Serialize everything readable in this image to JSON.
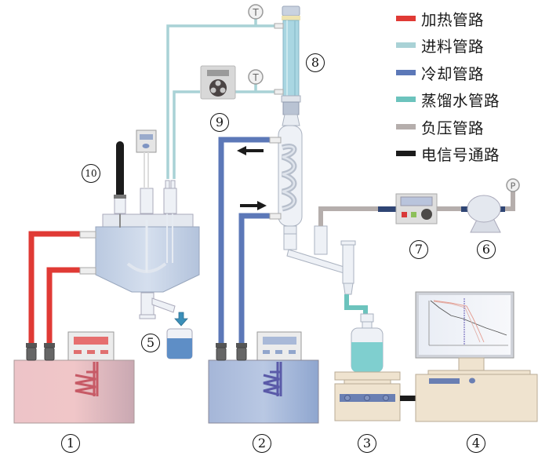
{
  "legend": {
    "items": [
      {
        "label": "加热管路",
        "color": "#e03a35"
      },
      {
        "label": "进料管路",
        "color": "#a9d2d6"
      },
      {
        "label": "冷却管路",
        "color": "#5c78b8"
      },
      {
        "label": "蒸馏水管路",
        "color": "#6cc3bd"
      },
      {
        "label": "负压管路",
        "color": "#b5aeac"
      },
      {
        "label": "电信号通路",
        "color": "#1b1b1b"
      }
    ]
  },
  "labels": {
    "n1": "1",
    "n2": "2",
    "n3": "3",
    "n4": "4",
    "n5": "5",
    "n6": "6",
    "n7": "7",
    "n8": "8",
    "n9": "9",
    "n10": "10"
  },
  "gauges": {
    "temp1": "T",
    "temp2": "T",
    "pressure": "P"
  },
  "colors": {
    "heating": "#e03a35",
    "feed": "#a9d2d6",
    "cooling": "#5c78b8",
    "distilled": "#6cc3bd",
    "vacuum": "#b5aeac",
    "signal": "#1b1b1b",
    "glass": "#e6ecf2",
    "heater_body": "#e8c3c6",
    "chiller_body": "#a9bcde",
    "beige": "#efe3cf"
  }
}
